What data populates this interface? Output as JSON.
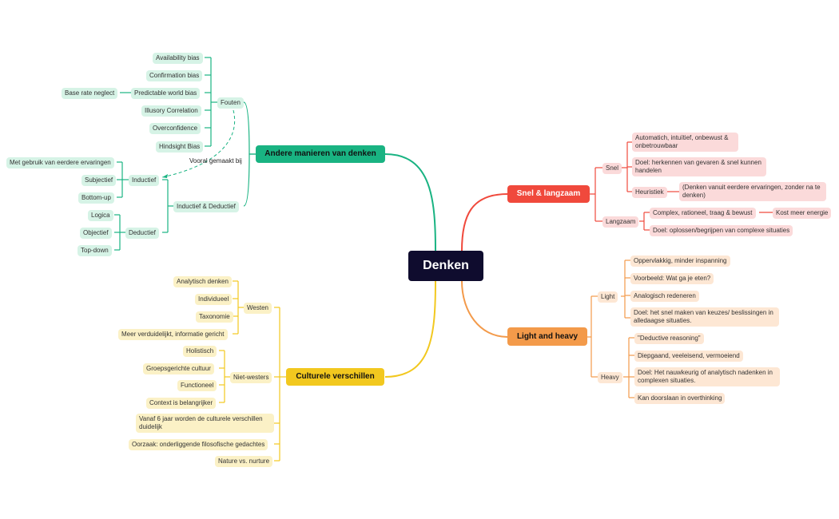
{
  "root": "Denken",
  "colors": {
    "green": "#19b382",
    "red": "#f0493c",
    "orange": "#f39a4a",
    "yellow": "#f2c81f",
    "root_bg": "#0f0c2e"
  },
  "andere": {
    "title": "Andere manieren van denken",
    "fouten": {
      "label": "Fouten",
      "items": [
        "Availability bias",
        "Confirmation bias",
        "Predictable world bias",
        "Illusory Correlation",
        "Overconfidence",
        "Hindsight Bias"
      ],
      "base_rate": "Base rate neglect"
    },
    "relation_label": "Vooral gemaakt bij",
    "ind_ded": {
      "label": "Inductief & Deductief",
      "inductief": {
        "label": "Inductief",
        "items": [
          "Met gebruik van eerdere ervaringen",
          "Subjectief",
          "Bottom-up"
        ]
      },
      "deductief": {
        "label": "Deductief",
        "items": [
          "Logica",
          "Objectief",
          "Top-down"
        ]
      }
    }
  },
  "snel": {
    "title": "Snel & langzaam",
    "snel": {
      "label": "Snel",
      "items": [
        "Automatich, intuïtief, onbewust & onbetrouwbaar",
        "Doel: herkennen van gevaren & snel kunnen handelen",
        "Heuristiek"
      ],
      "heuristiek_note": "(Denken vanuit eerdere ervaringen, zonder na te denken)"
    },
    "langzaam": {
      "label": "Langzaam",
      "items": [
        "Complex, rationeel, traag & bewust",
        "Doel: oplossen/begrijpen van complexe situaties"
      ],
      "energie": "Kost meer energie"
    }
  },
  "light": {
    "title": "Light and heavy",
    "light": {
      "label": "Light",
      "items": [
        "Oppervlakkig, minder inspanning",
        "Voorbeeld: Wat ga je eten?",
        "Analogisch redeneren",
        "Doel: het snel maken van keuzes/ beslissingen in alledaagse situaties."
      ]
    },
    "heavy": {
      "label": "Heavy",
      "items": [
        "\"Deductive reasoning\"",
        "Diepgaand, veeleisend, vermoeiend",
        "Doel: Het nauwkeurig of analytisch nadenken in complexen situaties.",
        "Kan doorslaan in overthinking"
      ]
    }
  },
  "culturele": {
    "title": "Culturele verschillen",
    "westen": {
      "label": "Westen",
      "items": [
        "Analytisch denken",
        "Individueel",
        "Taxonomie",
        "Meer verduidelijkt, informatie gericht"
      ]
    },
    "niet": {
      "label": "Niet-westers",
      "items": [
        "Holistisch",
        "Groepsgerichte cultuur",
        "Functioneel",
        "Context is belangrijker"
      ]
    },
    "others": [
      "Vanaf 6 jaar worden de culturele verschillen duidelijk",
      "Oorzaak: onderliggende filosofische gedachtes",
      "Nature vs. nurture"
    ]
  }
}
